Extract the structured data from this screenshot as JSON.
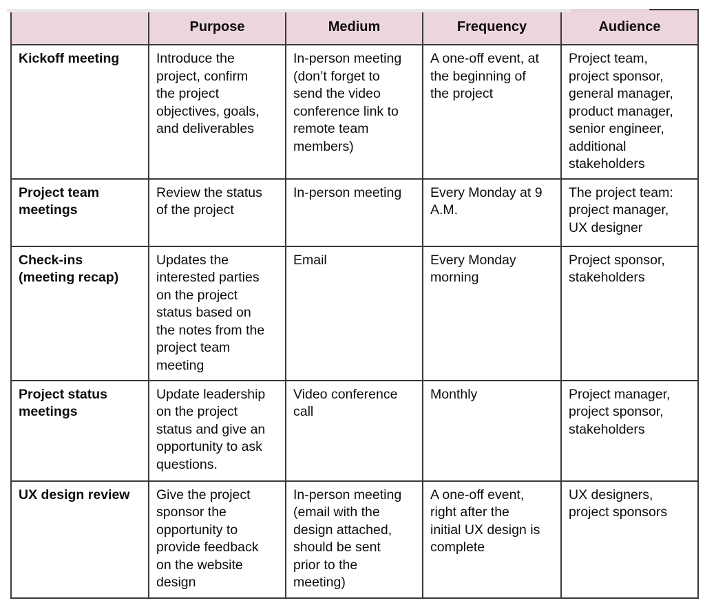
{
  "colors": {
    "header_bg": "#ecd5dd",
    "border": "#3a3a3a",
    "text": "#0d0d0d"
  },
  "table": {
    "headers": [
      "",
      "Purpose",
      "Medium",
      "Frequency",
      "Audience"
    ],
    "rows": [
      {
        "label": "Kickoff meeting",
        "purpose": "Introduce the\nproject, confirm\nthe project\nobjectives, goals,\nand deliverables",
        "medium": "In-person meeting\n(don’t forget to\nsend the video\nconference link to\nremote team\nmembers)",
        "frequency": "A one-off event, at\nthe beginning of\nthe project",
        "audience": "Project team,\nproject sponsor,\ngeneral manager,\nproduct manager,\nsenior engineer,\nadditional\nstakeholders"
      },
      {
        "label": "Project team\nmeetings",
        "purpose": "Review the status\nof the project",
        "medium": "In-person meeting",
        "frequency": "Every Monday at 9\nA.M.",
        "audience": "The project team:\nproject manager,\nUX designer"
      },
      {
        "label": "Check-ins\n(meeting recap)",
        "purpose": "Updates the\ninterested parties\non the project\nstatus based on\nthe notes from the\nproject team\nmeeting",
        "medium": "Email",
        "frequency": "Every Monday\nmorning",
        "audience": "Project sponsor,\nstakeholders"
      },
      {
        "label": "Project status\nmeetings",
        "purpose": "Update leadership\non the project\nstatus and give an\nopportunity to ask\nquestions.",
        "medium": "Video conference\ncall",
        "frequency": "Monthly",
        "audience": "Project manager,\nproject sponsor,\nstakeholders"
      },
      {
        "label": "UX design review",
        "purpose": "Give the project\nsponsor the\nopportunity to\nprovide feedback\non the website\ndesign",
        "medium": "In-person meeting\n(email with the\ndesign attached,\nshould be sent\nprior to the\nmeeting)",
        "frequency": "A one-off event,\nright after the\ninitial UX design is\ncomplete",
        "audience": "UX designers,\nproject sponsors"
      }
    ]
  }
}
